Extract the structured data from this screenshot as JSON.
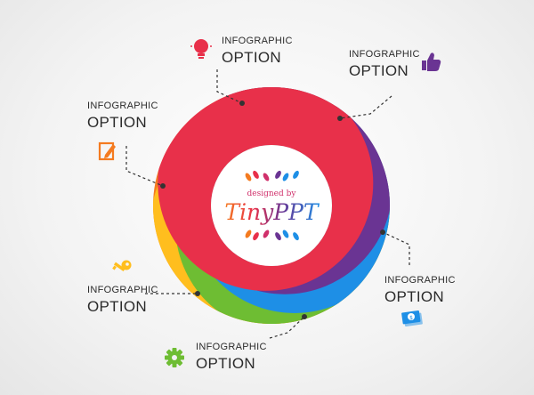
{
  "colors": {
    "red": "#E8304A",
    "purple": "#6A3493",
    "blue": "#1E8FE6",
    "green": "#6EBD33",
    "yellow": "#FFBE1E",
    "orange": "#F47B20",
    "text": "#2B2B2B"
  },
  "options": [
    {
      "small": "INFOGRAPHIC",
      "big": "OPTION",
      "icon": "lightbulb-icon",
      "color": "#E8304A"
    },
    {
      "small": "INFOGRAPHIC",
      "big": "OPTION",
      "icon": "thumbs-up-icon",
      "color": "#6A3493"
    },
    {
      "small": "INFOGRAPHIC",
      "big": "OPTION",
      "icon": "edit-note-icon",
      "color": "#F47B20"
    },
    {
      "small": "INFOGRAPHIC",
      "big": "OPTION",
      "icon": "key-icon",
      "color": "#FFBE1E"
    },
    {
      "small": "INFOGRAPHIC",
      "big": "OPTION",
      "icon": "money-icon",
      "color": "#1E8FE6"
    },
    {
      "small": "INFOGRAPHIC",
      "big": "OPTION",
      "icon": "gear-icon",
      "color": "#6EBD33"
    }
  ],
  "logo": {
    "tagline": "designed by",
    "name": "TinyPPT"
  }
}
